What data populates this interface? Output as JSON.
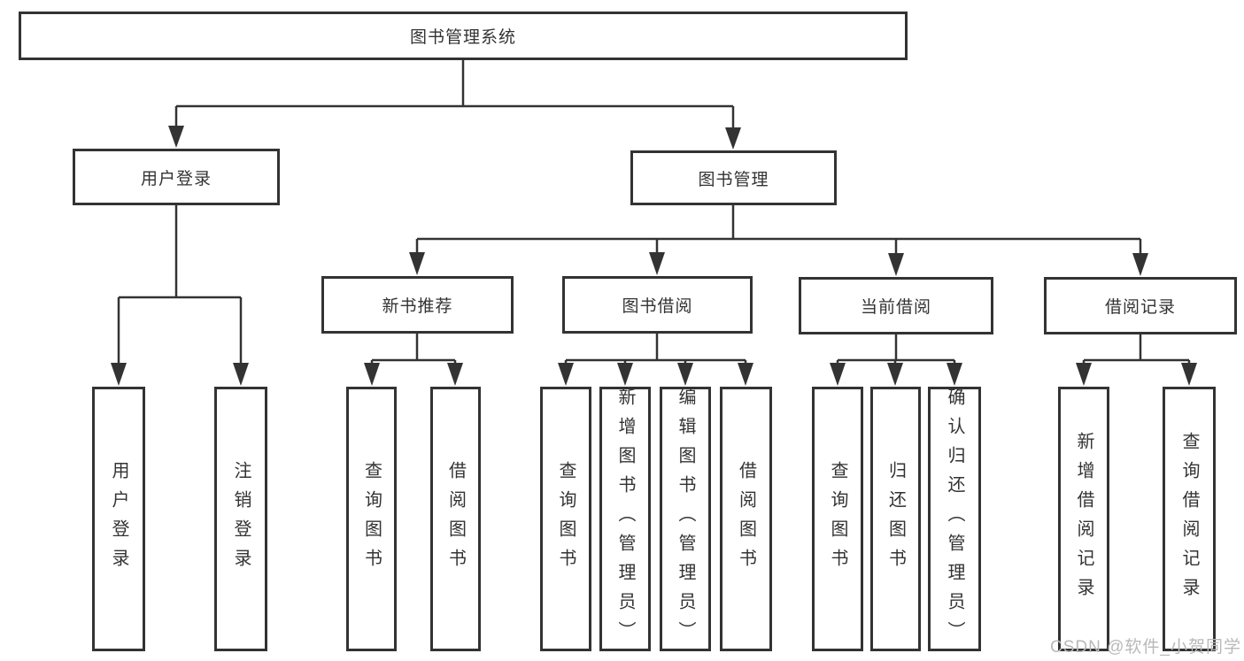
{
  "colors": {
    "line": "#333333",
    "box_border": "#333333",
    "text": "#333333",
    "background": "#ffffff",
    "watermark": "#b9b9b9"
  },
  "watermark": {
    "text": "CSDN @软件_小贺同学"
  },
  "tree": {
    "root": {
      "label": "图书管理系统",
      "children": [
        {
          "label": "用户登录",
          "children": [
            {
              "label": "用户登录"
            },
            {
              "label": "注销登录"
            }
          ]
        },
        {
          "label": "图书管理",
          "children": [
            {
              "label": "新书推荐",
              "children": [
                {
                  "label": "查询图书"
                },
                {
                  "label": "借阅图书"
                }
              ]
            },
            {
              "label": "图书借阅",
              "children": [
                {
                  "label": "查询图书"
                },
                {
                  "label": "新增图书（管理员）"
                },
                {
                  "label": "编辑图书（管理员）"
                },
                {
                  "label": "借阅图书"
                }
              ]
            },
            {
              "label": "当前借阅",
              "children": [
                {
                  "label": "查询图书"
                },
                {
                  "label": "归还图书"
                },
                {
                  "label": "确认归还（管理员）"
                }
              ]
            },
            {
              "label": "借阅记录",
              "children": [
                {
                  "label": "新增借阅记录"
                },
                {
                  "label": "查询借阅记录"
                }
              ]
            }
          ]
        }
      ]
    }
  }
}
